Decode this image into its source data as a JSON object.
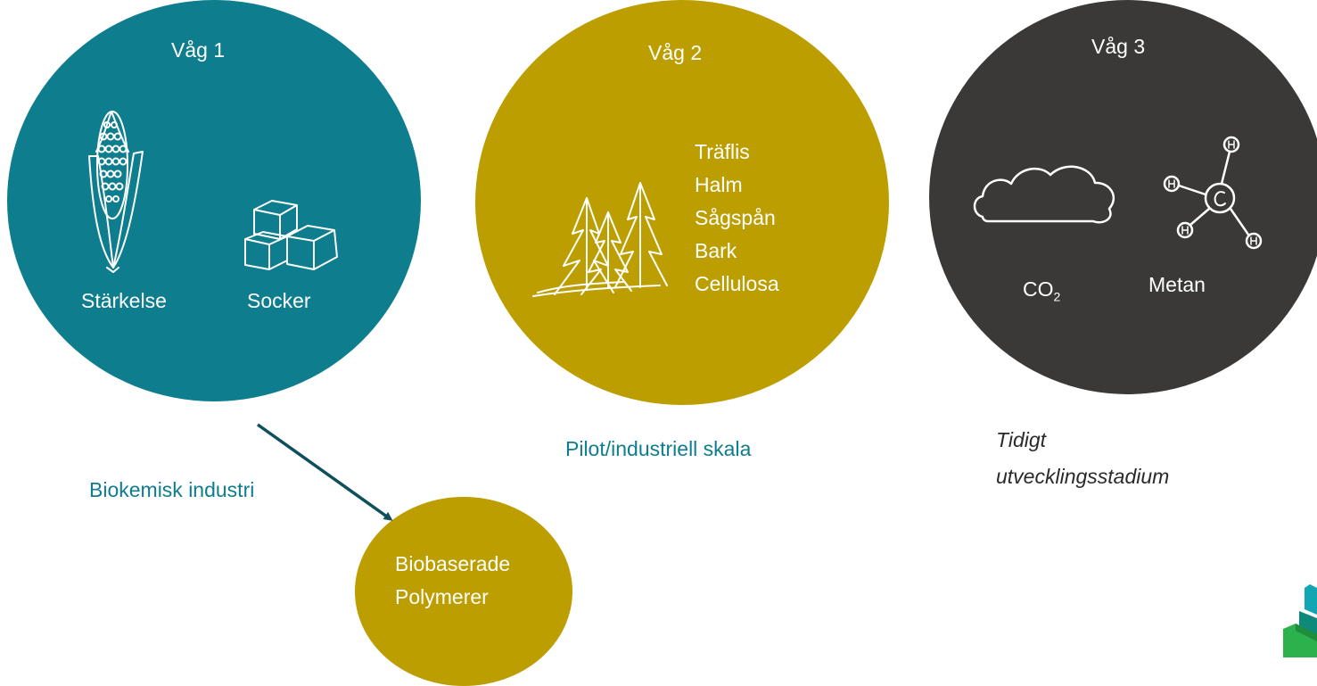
{
  "wave1": {
    "title": "Våg 1",
    "items": [
      "Stärkelse",
      "Socker"
    ],
    "icons": [
      "corn-icon",
      "sugar-cubes-icon"
    ],
    "color": "#0e7d8e"
  },
  "wave2": {
    "title": "Våg 2",
    "items": [
      "Träflis",
      "Halm",
      "Sågspån",
      "Bark",
      "Cellulosa"
    ],
    "icons": [
      "forest-icon"
    ],
    "note": "Pilot/industriell skala",
    "color": "#bc9e00"
  },
  "wave3": {
    "title": "Våg 3",
    "co2_main": "CO",
    "co2_sub": "2",
    "methane": "Metan",
    "icons": [
      "cloud-icon",
      "methane-molecule-icon"
    ],
    "note_line1": "Tidigt",
    "note_line2": "utvecklingsstadium",
    "color": "#3a3937"
  },
  "arrow_label": "Biokemisk industri",
  "product": {
    "line1": "Biobaserade",
    "line2": "Polymerer"
  }
}
